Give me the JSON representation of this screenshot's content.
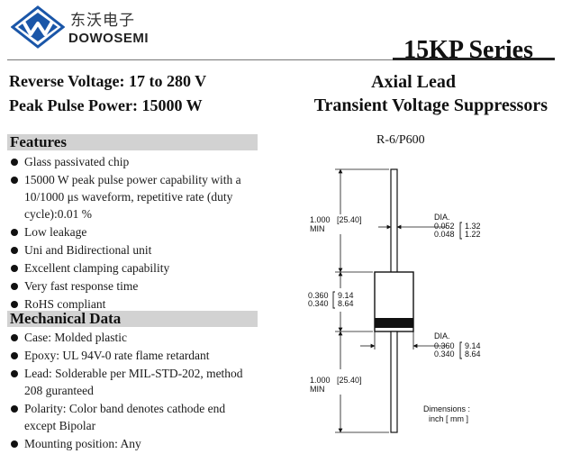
{
  "brand": {
    "name_cn": "东沃电子",
    "name_en": "DOWOSEMI",
    "logo_colors": [
      "#1a56a8",
      "#5a8fd1"
    ]
  },
  "series_title": "15KP Series",
  "specs": {
    "reverse_voltage": "Reverse Voltage: 17 to 280 V",
    "peak_pulse_power": "Peak Pulse Power: 15000 W"
  },
  "product_title": {
    "line1": "Axial Lead",
    "line2": "Transient Voltage Suppressors"
  },
  "features": {
    "heading": "Features",
    "items": [
      "Glass passivated chip",
      "15000 W peak pulse power capability with a 10/1000 μs waveform, repetitive rate (duty cycle):0.01 %",
      "Low leakage",
      "Uni and Bidirectional unit",
      "Excellent clamping capability",
      "Very fast response time",
      "RoHS compliant"
    ]
  },
  "mechanical": {
    "heading": "Mechanical Data",
    "items": [
      "Case: Molded plastic",
      "Epoxy: UL 94V-0 rate flame retardant",
      "Lead: Solderable per MIL-STD-202, method 208 guranteed",
      "Polarity: Color band denotes cathode end except Bipolar",
      "Mounting position: Any"
    ]
  },
  "package": {
    "name": "R-6/P600",
    "lead_length": {
      "value": "1.000",
      "mm": "[25.40]",
      "label": "MIN"
    },
    "lead_dia": {
      "label": "DIA.",
      "max": "0.052",
      "min": "0.048",
      "max_mm": "1.32",
      "min_mm": "1.22"
    },
    "body_length": {
      "max": "0.360",
      "min": "0.340",
      "max_mm": "9.14",
      "min_mm": "8.64"
    },
    "body_dia": {
      "label": "DIA.",
      "max": "0.360",
      "min": "0.340",
      "max_mm": "9.14",
      "min_mm": "8.64"
    },
    "lead_length_bottom": {
      "value": "1.000",
      "mm": "[25.40]",
      "label": "MIN"
    },
    "dimensions_note_line1": "Dimensions :",
    "dimensions_note_line2": "inch [ mm ]"
  }
}
